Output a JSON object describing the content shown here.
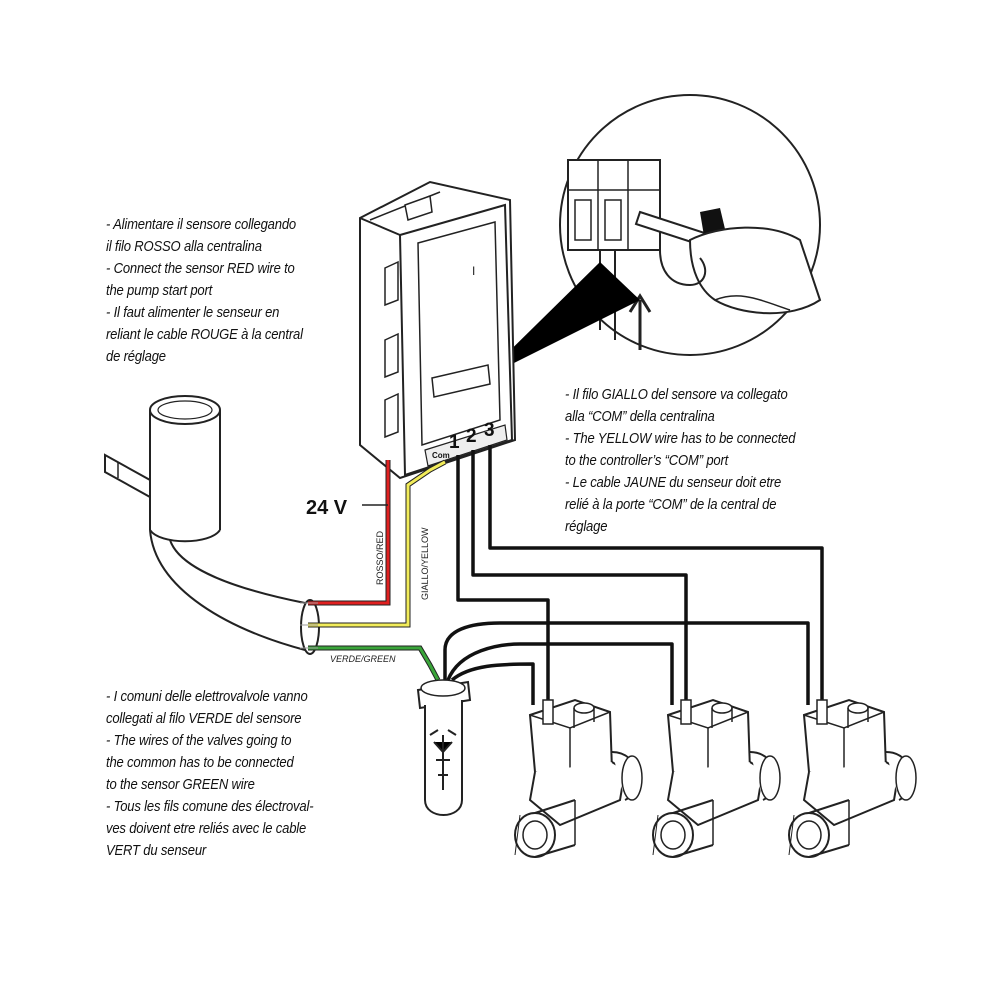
{
  "voltage_label": "24 V",
  "wire_labels": {
    "red": "ROSSO/RED",
    "yellow": "GIALLO/YELLOW",
    "green": "VERDE/GREEN"
  },
  "controller": {
    "com_label": "Com",
    "port_1": "1",
    "port_2": "2",
    "port_3": "3",
    "panel_mark": "I"
  },
  "notes": {
    "sensor_power": [
      " - Alimentare il sensore collegando",
      "il filo ROSSO alla centralina",
      "- Connect the sensor RED wire to",
      "the pump start port",
      "- Il faut alimenter le senseur en",
      "reliant le cable ROUGE à la central",
      "de réglage"
    ],
    "yellow_wire": [
      "- Il filo GIALLO del sensore va collegato",
      "alla “COM” della centralina",
      "- The YELLOW wire has to be connected",
      "to the controller’s “COM” port",
      "- Le cable JAUNE du senseur  doit etre",
      "relié à la porte “COM” de la central de",
      "réglage"
    ],
    "valve_commons": [
      " - I comuni delle elettrovalvole vanno",
      "collegati al filo VERDE del sensore",
      "- The wires of the valves going to",
      "the common has to be connected",
      "to the sensor GREEN wire",
      "- Tous les fils comune des électroval-",
      "ves  doivent etre reliés avec le cable",
      "VERT du senseur"
    ]
  },
  "colors": {
    "red_wire": "#e02020",
    "yellow_wire": "#f2ec5a",
    "green_wire": "#3aa53a",
    "black_wire": "#111111"
  }
}
